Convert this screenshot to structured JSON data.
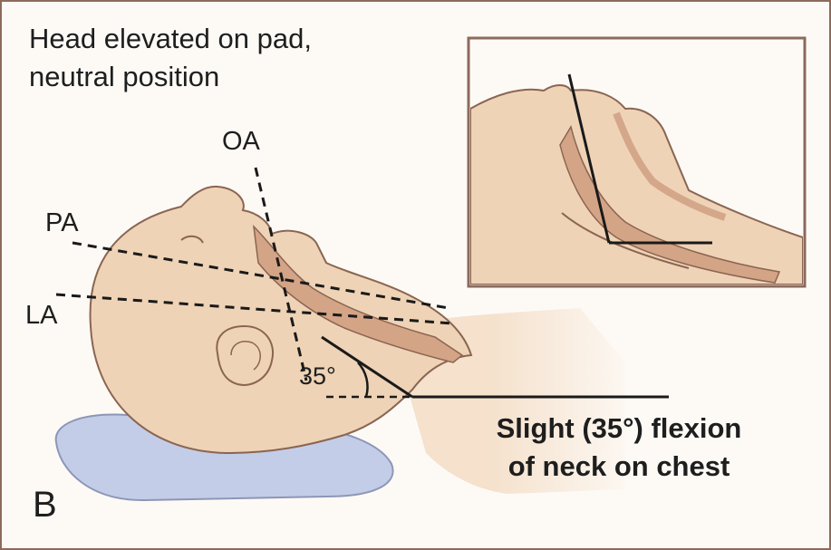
{
  "caption": {
    "line1": "Head elevated on pad,",
    "line2": "neutral position"
  },
  "axes": {
    "oa": "OA",
    "pa": "PA",
    "la": "LA"
  },
  "angle": {
    "label": "35°"
  },
  "annotation": {
    "line1": "Slight (35°) flexion",
    "line2": "of neck on chest"
  },
  "panel": {
    "letter": "B"
  },
  "colors": {
    "skin": "#efd3b6",
    "skin_shadow": "#d8a98c",
    "airway": "#c99479",
    "pad": "#c3cde8",
    "outline": "#8a6552",
    "line": "#1a1a1a",
    "frame": "#8c6a5c"
  }
}
